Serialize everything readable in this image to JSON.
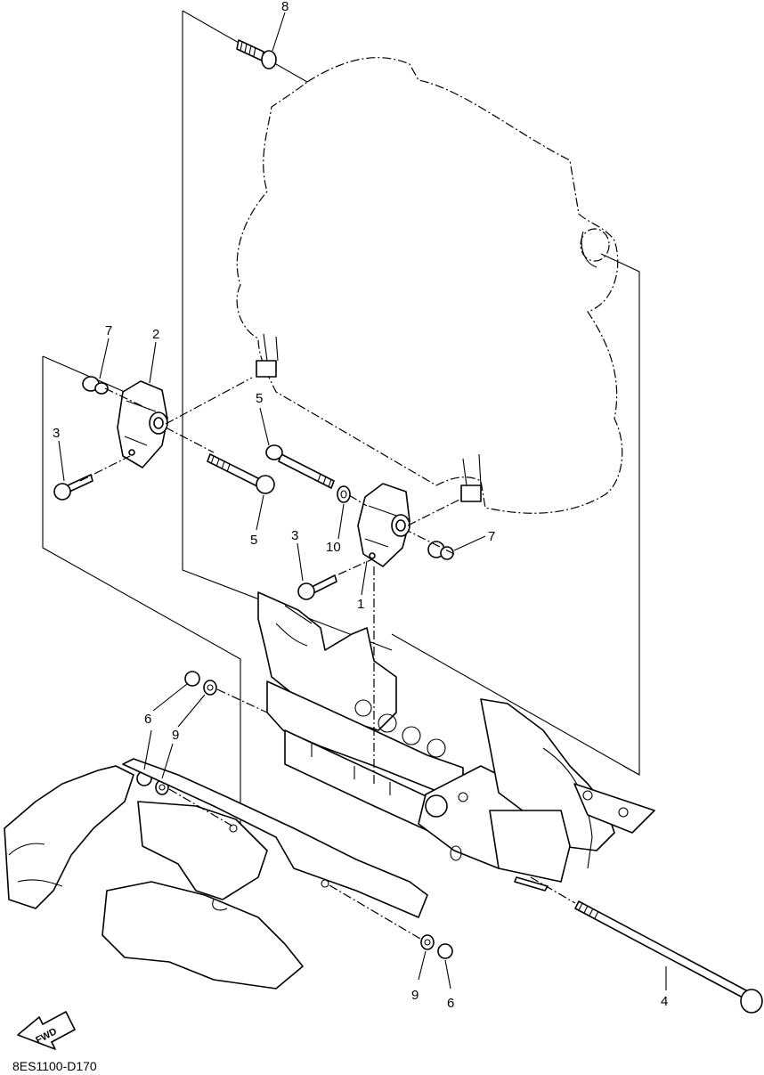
{
  "diagram": {
    "callouts": [
      {
        "id": "c8-top",
        "text": "8"
      },
      {
        "id": "c7-left",
        "text": "7"
      },
      {
        "id": "c2",
        "text": "2"
      },
      {
        "id": "c3-left",
        "text": "3"
      },
      {
        "id": "c5-upper",
        "text": "5"
      },
      {
        "id": "c5-lower",
        "text": "5"
      },
      {
        "id": "c3-mid",
        "text": "3"
      },
      {
        "id": "c10",
        "text": "10"
      },
      {
        "id": "c7-right",
        "text": "7"
      },
      {
        "id": "c1",
        "text": "1"
      },
      {
        "id": "c6-upper",
        "text": "6"
      },
      {
        "id": "c9-upper",
        "text": "9"
      },
      {
        "id": "c9-lower",
        "text": "9"
      },
      {
        "id": "c6-lower",
        "text": "6"
      },
      {
        "id": "c4",
        "text": "4"
      }
    ],
    "direction_badge": "FWD",
    "drawing_code": "8ES1100-D170"
  }
}
